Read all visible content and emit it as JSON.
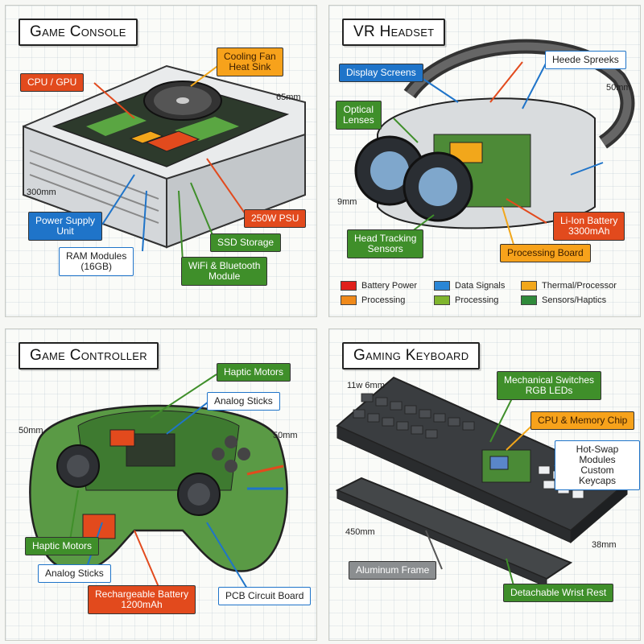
{
  "panels": {
    "console": {
      "title": "Game Console",
      "labels": {
        "cooling": "Cooling Fan\nHeat Sink",
        "cpu": "CPU / GPU",
        "psu": "250W PSU",
        "power_supply": "Power Supply\nUnit",
        "ssd": "SSD Storage",
        "ram": "RAM Modules\n(16GB)",
        "wifi": "WiFi & Bluetooth\nModule"
      },
      "dims": {
        "depth": "65mm",
        "width": "300mm"
      }
    },
    "vr": {
      "title": "VR Headset",
      "labels": {
        "display": "Display Screens",
        "heede": "Heede Spreeks",
        "optical": "Optical\nLenses",
        "battery": "Li-Ion Battery\n3300mAh",
        "tracking": "Head Tracking\nSensors",
        "processing": "Processing Board"
      },
      "dims": {
        "side": "50mm",
        "height": "9mm"
      },
      "legend": [
        {
          "label": "Battery Power",
          "color": "#e0201b"
        },
        {
          "label": "Data Signals",
          "color": "#2a86d6"
        },
        {
          "label": "Thermal/Processor",
          "color": "#f2a71b"
        },
        {
          "label": "Processing",
          "color": "#f08a1a"
        },
        {
          "label": "Processing",
          "color": "#7fb52d"
        },
        {
          "label": "Sensors/Haptics",
          "color": "#2f8a3a"
        }
      ]
    },
    "controller": {
      "title": "Game Controller",
      "labels": {
        "haptic_top": "Haptic Motors",
        "analog_top": "Analog Sticks",
        "haptic_bottom": "Haptic Motors",
        "analog_bottom": "Analog Sticks",
        "battery": "Rechargeable Battery\n1200mAh",
        "pcb": "PCB Circuit Board"
      },
      "dims": {
        "left": "50mm",
        "right": "50mm"
      }
    },
    "keyboard": {
      "title": "Gaming Keyboard",
      "labels": {
        "switches": "Mechanical Switches\nRGB LEDs",
        "cpu": "CPU & Memory Chip",
        "hotswap": "Hot-Swap Modules\nCustom Keycaps",
        "frame": "Aluminum Frame",
        "wrist": "Detachable Wrist Rest"
      },
      "dims": {
        "top": "11w 6mm",
        "width": "450mm",
        "height": "38mm"
      }
    }
  }
}
